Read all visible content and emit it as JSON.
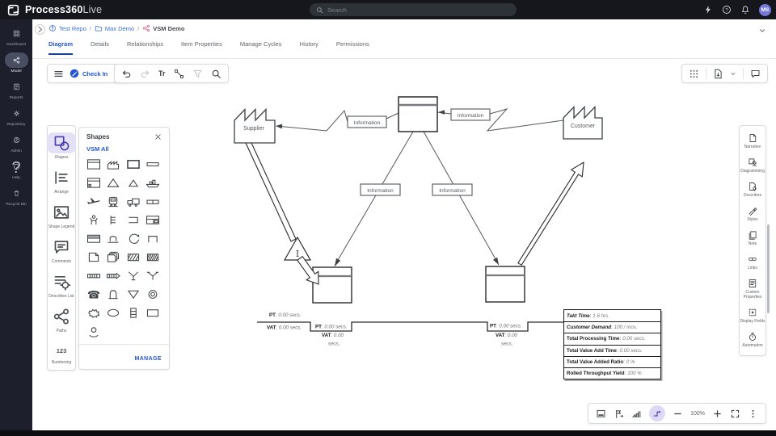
{
  "colors": {
    "accent": "#2456d6",
    "topbar_bg": "#15171d",
    "sidebar_bg": "#1d202c",
    "active_pill": "#4a4e63",
    "active_tool_bg": "#e4e1f6",
    "avatar_bg": "#7479d6",
    "link_blue": "#3b6fd4",
    "diagram_red": "#e0607a"
  },
  "topbar": {
    "brand_bold": "Process360",
    "brand_light": "Live",
    "search_placeholder": "Search",
    "avatar": "MS"
  },
  "sidebar": {
    "items": [
      {
        "label": "Dashboard",
        "icon": "dashboard-icon",
        "active": false
      },
      {
        "label": "Model",
        "icon": "model-icon",
        "active": true
      },
      {
        "label": "Reports",
        "icon": "reports-icon",
        "active": false
      },
      {
        "label": "Repository",
        "icon": "repository-icon",
        "active": false
      },
      {
        "label": "Admin",
        "icon": "admin-icon",
        "active": false
      },
      {
        "label": "Help",
        "icon": "help-icon",
        "active": false
      },
      {
        "label": "Recycle Bin",
        "icon": "recycle-bin-icon",
        "active": false
      }
    ]
  },
  "breadcrumb": {
    "separator": "/",
    "items": [
      {
        "label": "Test Repo",
        "icon": "repo-icon",
        "style": "blue"
      },
      {
        "label": "Max Demo",
        "icon": "folder-icon",
        "style": "blue"
      },
      {
        "label": "VSM Demo",
        "icon": "vsm-diagram-icon",
        "style": "dark"
      }
    ]
  },
  "tabs": {
    "active": "Diagram",
    "items": [
      "Diagram",
      "Details",
      "Relationships",
      "Item Properties",
      "Manage Cycles",
      "History",
      "Permissions"
    ]
  },
  "toolbar": {
    "check_in_label": "Check In"
  },
  "left_rail": {
    "items": [
      {
        "label": "Shapes",
        "icon": "shapes-icon",
        "active": true
      },
      {
        "label": "Arrange",
        "icon": "arrange-icon",
        "active": false
      },
      {
        "label": "Shape Legend",
        "icon": "shape-legend-icon",
        "active": false
      },
      {
        "label": "Comments",
        "icon": "comments-icon",
        "active": false
      },
      {
        "label": "Describes List",
        "icon": "describes-list-icon",
        "active": false
      },
      {
        "label": "Paths",
        "icon": "paths-icon",
        "active": false
      },
      {
        "label": "Numbering",
        "icon": "numbering-123-icon",
        "active": false
      }
    ]
  },
  "shapes_panel": {
    "title": "Shapes",
    "category": "VSM All",
    "manage_label": "MANAGE",
    "shapes": [
      "process-with-data",
      "factory",
      "process",
      "operation",
      "process-marked",
      "inventory-triangle",
      "safety-stock",
      "ship",
      "airplane",
      "train",
      "truck",
      "dock",
      "operator",
      "kanban-post",
      "workcell",
      "window-box",
      "striped-process",
      "cart",
      "kaizen-loop",
      "staple",
      "document",
      "documents",
      "crossdock",
      "crossdock-alt",
      "fifo-lane",
      "fifo-arrow",
      "pull-funnel",
      "pull-funnel-alt",
      "telephone",
      "andon-light",
      "inverted-triangle",
      "buffer-rings",
      "kaizen-burst",
      "ellipse",
      "supermarket",
      "rectangle",
      "operator-arc"
    ]
  },
  "right_rail": {
    "items": [
      {
        "label": "Narrative",
        "icon": "narrative-icon"
      },
      {
        "label": "Diagramming",
        "icon": "diagramming-icon"
      },
      {
        "label": "Describes",
        "icon": "describes-icon"
      },
      {
        "label": "Styles",
        "icon": "styles-icon"
      },
      {
        "label": "Note",
        "icon": "note-icon"
      },
      {
        "label": "Links",
        "icon": "links-icon"
      },
      {
        "label": "Custom Properties",
        "icon": "custom-properties-icon"
      },
      {
        "label": "Display Fields",
        "icon": "display-fields-icon"
      },
      {
        "label": "Automation",
        "icon": "automation-icon"
      }
    ]
  },
  "diagram": {
    "supplier": "Supplier",
    "customer": "Customer",
    "information": "Information",
    "inventory": "I",
    "timeline": [
      {
        "pt_key": "PT",
        "pt_val": ": 0.00 secs.",
        "vat_key": "VAT",
        "vat_val": ": 0.00 secs."
      },
      {
        "pt_key": "PT",
        "pt_val": ": 0.00 secs.",
        "vat_key": "VAT",
        "vat_val1": ": 0.00",
        "vat_val2": "secs."
      },
      {
        "pt_key": "PT",
        "pt_val": ": 0.00 secs.",
        "vat_key": "VAT",
        "vat_val1": ": 0.00",
        "vat_val2": "secs."
      }
    ],
    "takt_table": [
      {
        "label": "Takt Time",
        "value": "1.6 hrs."
      },
      {
        "label": "Customer Demand",
        "value": "100 / mos."
      },
      {
        "label": "Total Processing Time",
        "value": "0.00 secs."
      },
      {
        "label": "Total Value Add Time",
        "value": "0.00 secs."
      },
      {
        "label": "Total Value Added Ratio",
        "value": "0 %"
      },
      {
        "label": "Rolled Throughput Yield",
        "value": "100 %"
      }
    ]
  },
  "zoom_controls": {
    "level": "100%"
  }
}
